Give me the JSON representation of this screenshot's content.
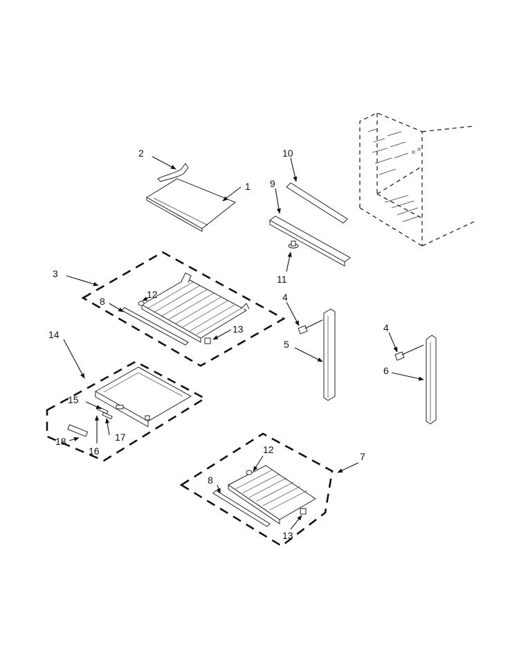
{
  "callouts": {
    "c1": "1",
    "c2": "2",
    "c3": "3",
    "c4a": "4",
    "c4b": "4",
    "c5": "5",
    "c6": "6",
    "c7": "7",
    "c8a": "8",
    "c8b": "8",
    "c9": "9",
    "c10": "10",
    "c11": "11",
    "c12a": "12",
    "c12b": "12",
    "c13a": "13",
    "c13b": "13",
    "c14": "14",
    "c15": "15",
    "c16": "16",
    "c17": "17",
    "c18": "18"
  },
  "colors": {
    "line": "#111111",
    "background": "#ffffff"
  }
}
